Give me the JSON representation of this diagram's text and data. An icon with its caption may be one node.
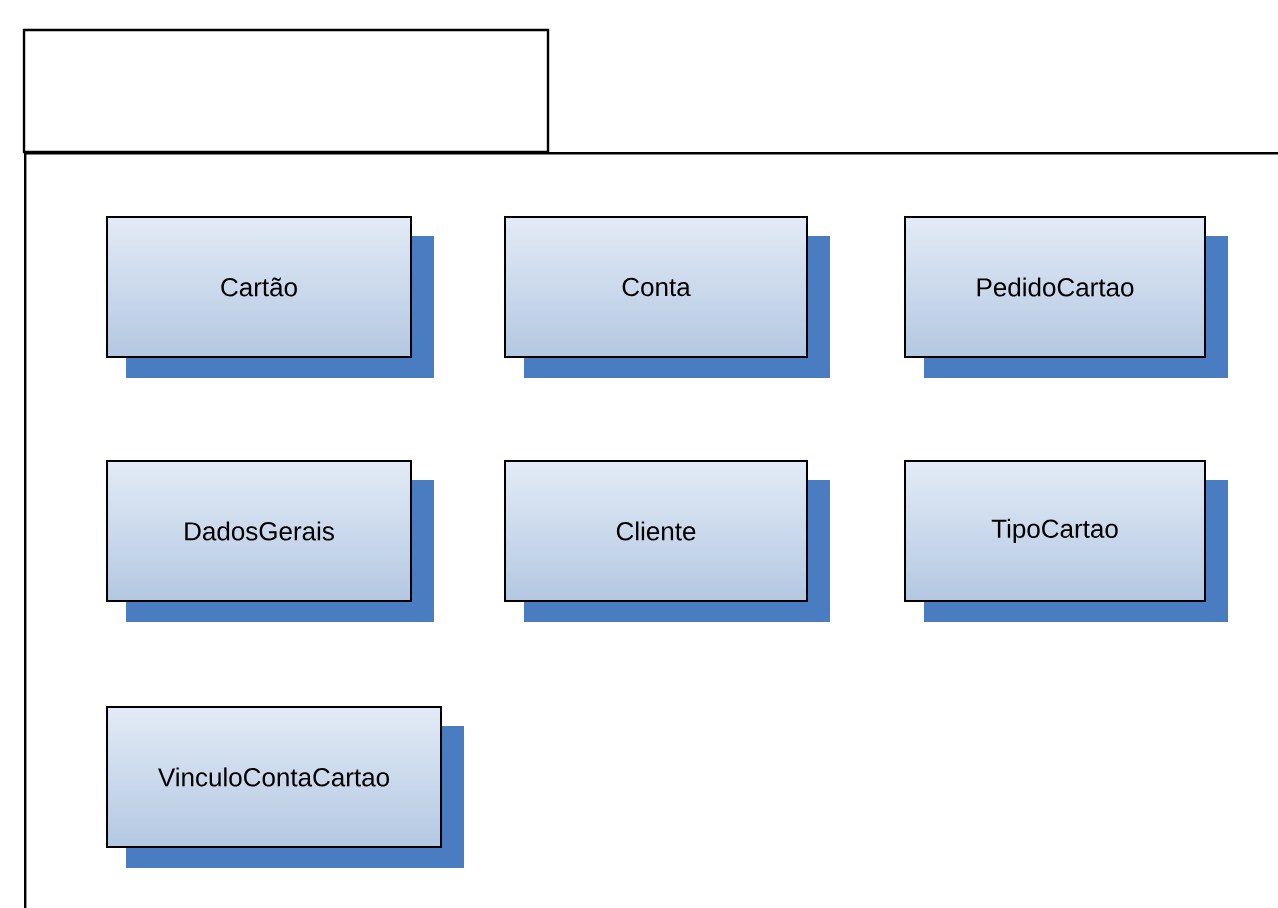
{
  "diagram": {
    "nodes": [
      {
        "text": [],
        "shape": "box"
      },
      {
        "text": [
          "Cartão"
        ],
        "in": 0
      },
      {
        "text": [
          "Conta"
        ],
        "in": 0
      },
      {
        "text": [
          "PedidoCartao"
        ],
        "in": 0
      },
      {
        "text": [
          "DadosGerais"
        ],
        "in": 0
      },
      {
        "text": [
          "Cliente"
        ],
        "in": 0
      },
      {
        "text": [
          "TipoCartao"
        ],
        "in": 0
      },
      {
        "text": [
          "VinculoContaCartao"
        ],
        "in": 0
      }
    ]
  }
}
